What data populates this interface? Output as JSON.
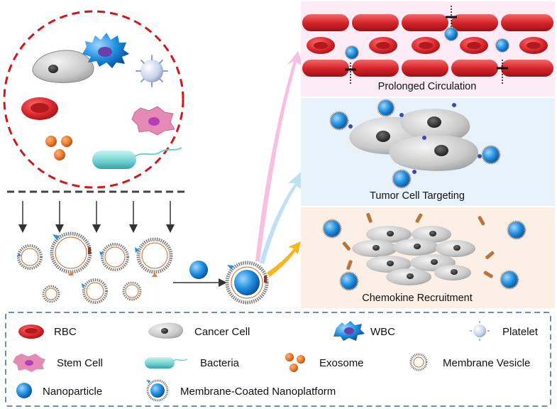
{
  "panels": {
    "circulation": "Prolonged Circulation",
    "targeting": "Tumor Cell Targeting",
    "recruitment": "Chemokine Recruitment"
  },
  "legend": {
    "rbc": "RBC",
    "cancer_cell": "Cancer Cell",
    "wbc": "WBC",
    "platelet": "Platelet",
    "stem_cell": "Stem Cell",
    "bacteria": "Bacteria",
    "exosome": "Exosome",
    "membrane_vesicle": "Membrane Vesicle",
    "nanoparticle": "Nanoparticle",
    "coated_nanoplatform": "Membrane-Coated Nanoplatform"
  },
  "colors": {
    "rbc": "#d7262b",
    "nanoparticle": "#1e8fe0",
    "wbc": "#2a8fd8",
    "stem_cell": "#e58ab4",
    "exosome": "#e97b2c",
    "bacteria": "#6ed0d0",
    "dashed_circle": "#d0181c",
    "panel_circulation_bg": "#fdebf5",
    "panel_targeting_bg": "#e7f2fb",
    "panel_recruitment_bg": "#fbefe6",
    "legend_border": "#4a6791"
  }
}
